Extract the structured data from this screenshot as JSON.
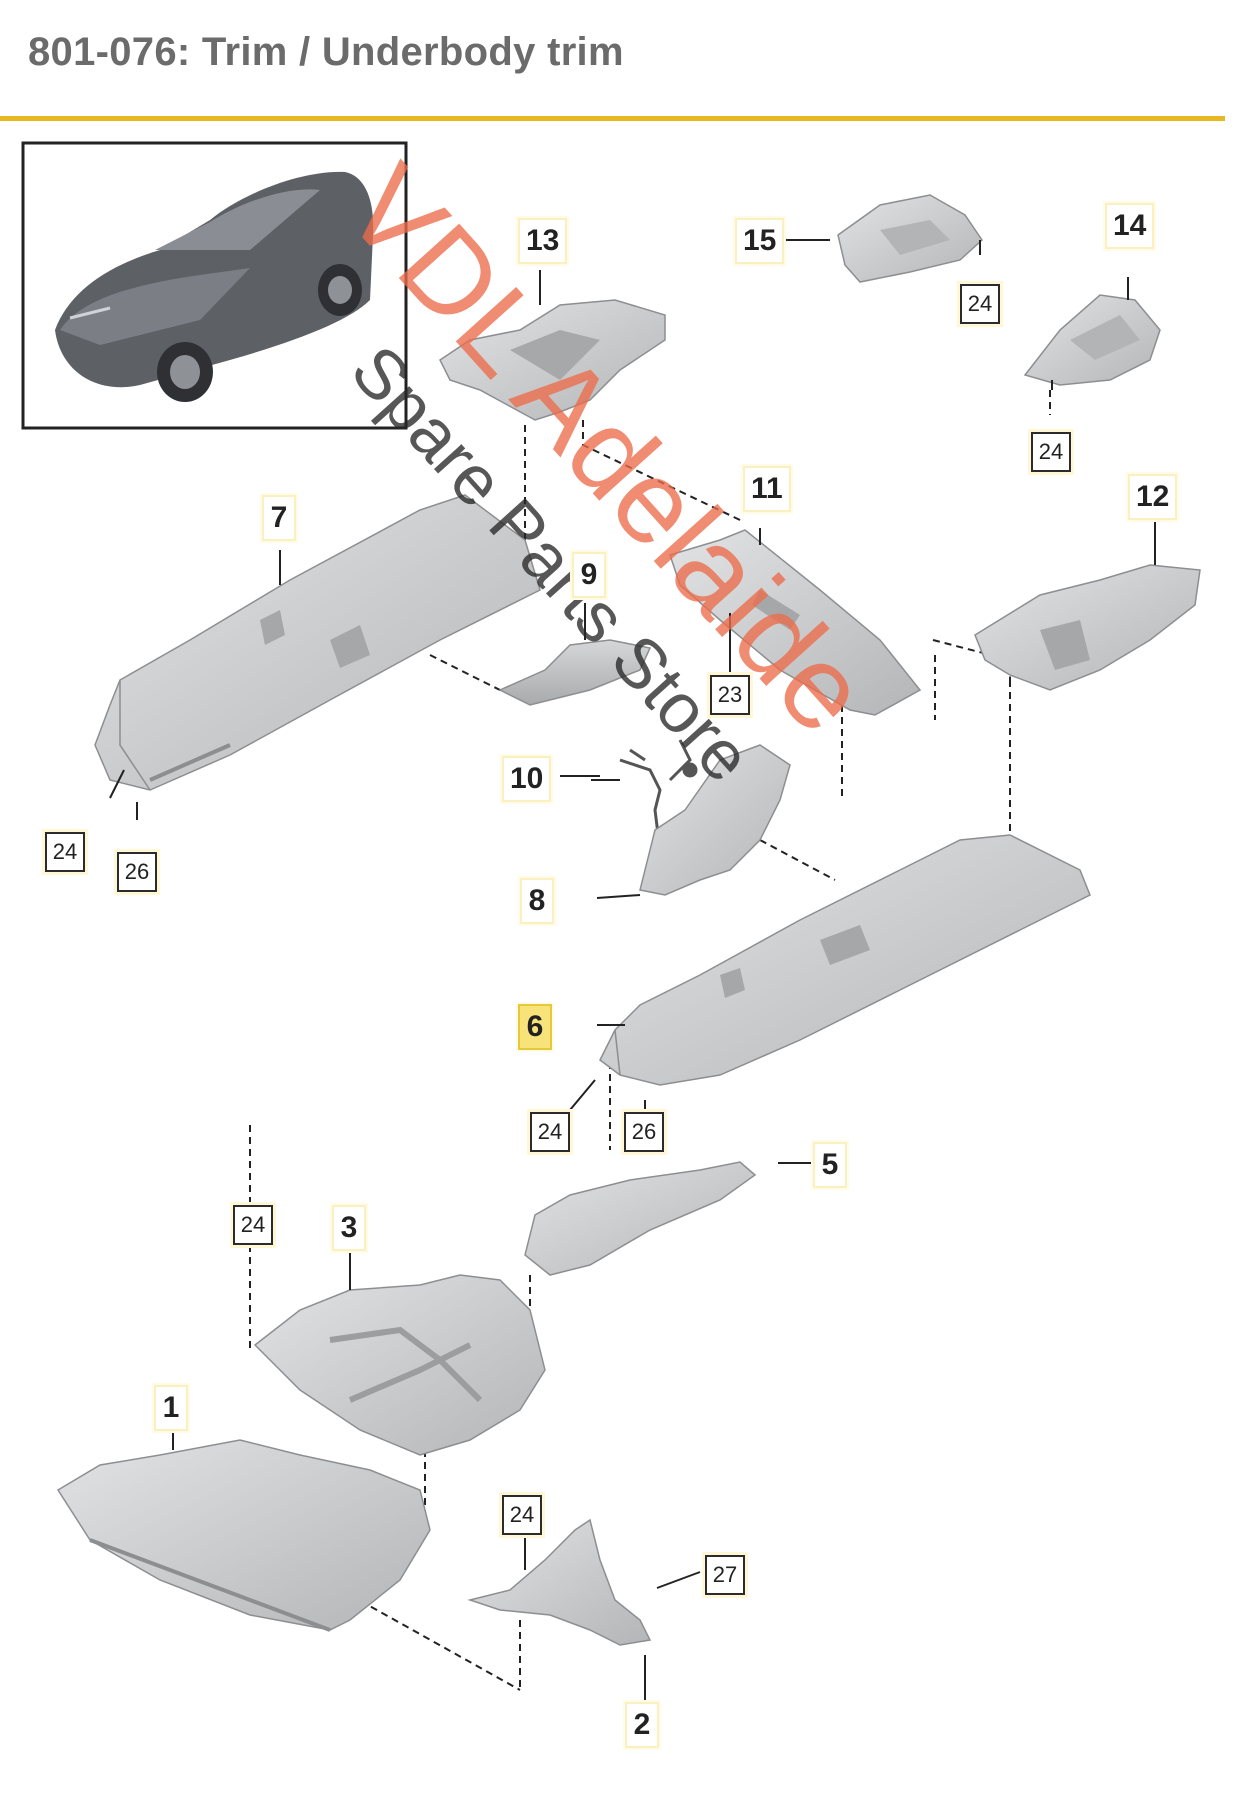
{
  "header": {
    "title": "801-076: Trim / Underbody trim",
    "rule_color": "#e6b920"
  },
  "watermark": {
    "line1": "VDL Adelaide",
    "line2": "Spare Parts Store"
  },
  "callouts": [
    "1",
    "2",
    "3",
    "5",
    "6",
    "7",
    "8",
    "9",
    "10",
    "11",
    "12",
    "13",
    "14",
    "15"
  ],
  "highlighted_callout": "6",
  "reference_labels": [
    "24",
    "26",
    "23",
    "27"
  ],
  "colors": {
    "part_fill": "#c9cacb",
    "part_shade": "#9c9d9f",
    "part_light": "#e3e4e5",
    "highlight": "#f7e37a"
  }
}
